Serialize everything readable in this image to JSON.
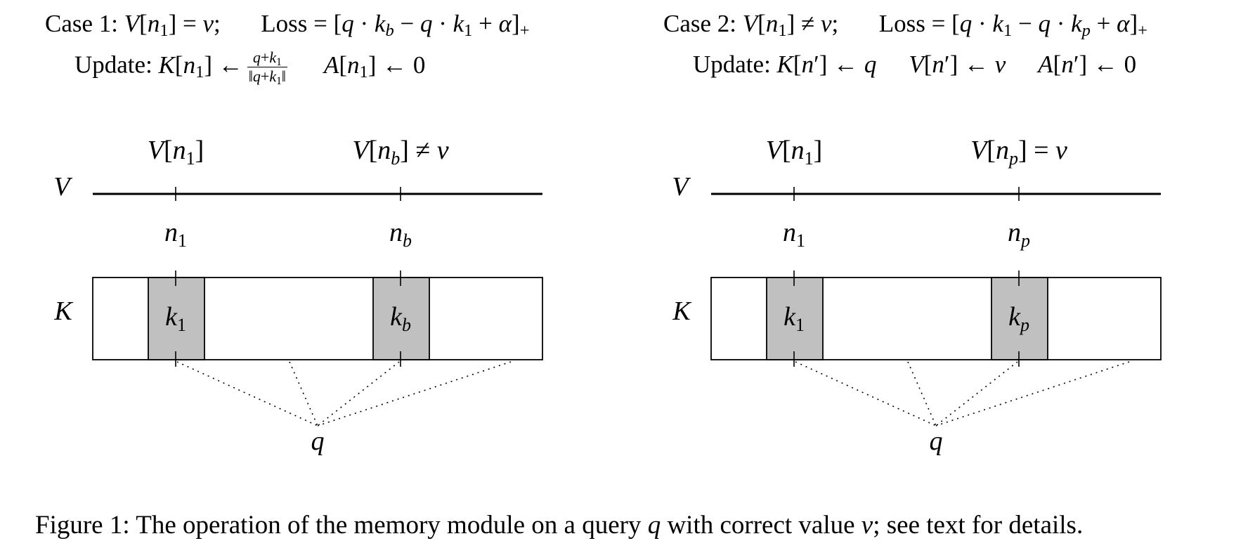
{
  "case1": {
    "heading_prefix": "Case 1: ",
    "condition": "V[n₁] = v;",
    "loss_label": "Loss = ",
    "loss_expr": "[q · k_b − q · k₁ + α]₊",
    "update_label": "Update: ",
    "update_k_lhs": "K[n₁] ← ",
    "update_frac_num": "q+k₁",
    "update_frac_den": "‖q+k₁‖",
    "update_a": "A[n₁] ← 0",
    "v_axis_label": "V",
    "k_axis_label": "K",
    "top_labels": [
      "V[n₁]",
      "V[n_b] ≠ v"
    ],
    "index_labels": [
      "n₁",
      "n_b"
    ],
    "key_labels": [
      "k₁",
      "k_b"
    ],
    "query_label": "q"
  },
  "case2": {
    "heading_prefix": "Case 2: ",
    "condition": "V[n₁] ≠ v;",
    "loss_label": "Loss = ",
    "loss_expr": "[q · k₁ − q · k_p + α]₊",
    "update_label": "Update: ",
    "update_k": "K[n′] ← q",
    "update_v": "V[n′] ← v",
    "update_a": "A[n′] ← 0",
    "v_axis_label": "V",
    "k_axis_label": "K",
    "top_labels": [
      "V[n₁]",
      "V[n_p] = v"
    ],
    "index_labels": [
      "n₁",
      "n_p"
    ],
    "key_labels": [
      "k₁",
      "k_p"
    ],
    "query_label": "q"
  },
  "caption": {
    "prefix": "Figure 1: The operation of the memory module on a query ",
    "q": "q",
    "middle": " with correct value ",
    "v": "v",
    "suffix": "; see text for details."
  },
  "colors": {
    "key_fill": "#c0c0c0",
    "stroke": "#000000"
  }
}
